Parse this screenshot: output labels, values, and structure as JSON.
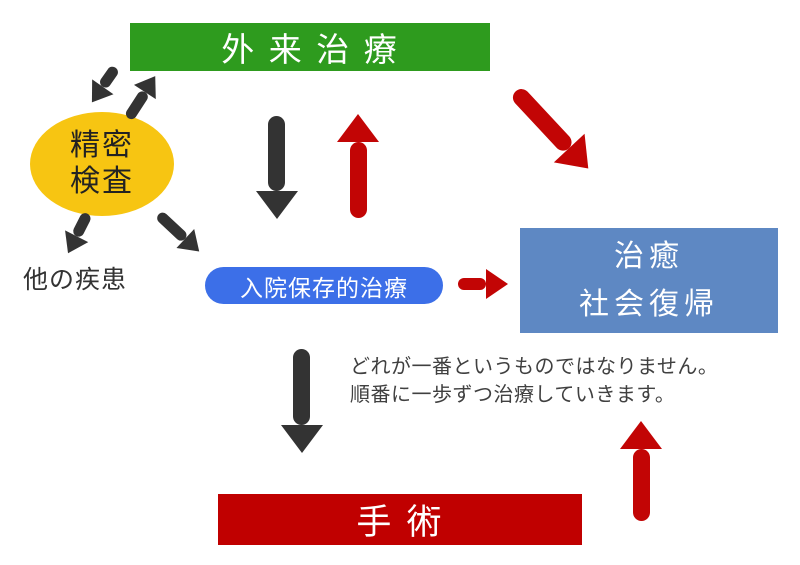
{
  "colors": {
    "green": "#2E9B1E",
    "yellow": "#F7C512",
    "pill_blue": "#3C6FE8",
    "cure_blue": "#5E88C3",
    "surgery_red": "#C00000",
    "arrow_red": "#C20505",
    "arrow_black": "#333333",
    "note_text": "#404040"
  },
  "nodes": {
    "outpatient": {
      "label": "外 来 治 療"
    },
    "exam": {
      "line1": "精密",
      "line2": "検査"
    },
    "other_disease": {
      "label": "他の疾患"
    },
    "inpatient": {
      "label": "入院保存的治療"
    },
    "cure": {
      "line1": "治癒",
      "line2": "社会復帰"
    },
    "surgery": {
      "label": "手 術"
    }
  },
  "note": {
    "line1": "どれが一番というものではなりません。",
    "line2": "順番に一歩ずつ治療していきます。"
  },
  "arrows": [
    {
      "name": "arrow-outpatient-to-exam",
      "color": "black"
    },
    {
      "name": "arrow-exam-to-outpatient",
      "color": "black"
    },
    {
      "name": "arrow-outpatient-to-inpatient",
      "color": "black"
    },
    {
      "name": "arrow-inpatient-to-outpatient",
      "color": "red"
    },
    {
      "name": "arrow-outpatient-to-cure",
      "color": "red"
    },
    {
      "name": "arrow-exam-to-other-disease",
      "color": "black"
    },
    {
      "name": "arrow-exam-to-inpatient",
      "color": "black"
    },
    {
      "name": "arrow-inpatient-to-cure",
      "color": "red"
    },
    {
      "name": "arrow-inpatient-to-surgery",
      "color": "black"
    },
    {
      "name": "arrow-surgery-to-cure",
      "color": "red"
    }
  ]
}
